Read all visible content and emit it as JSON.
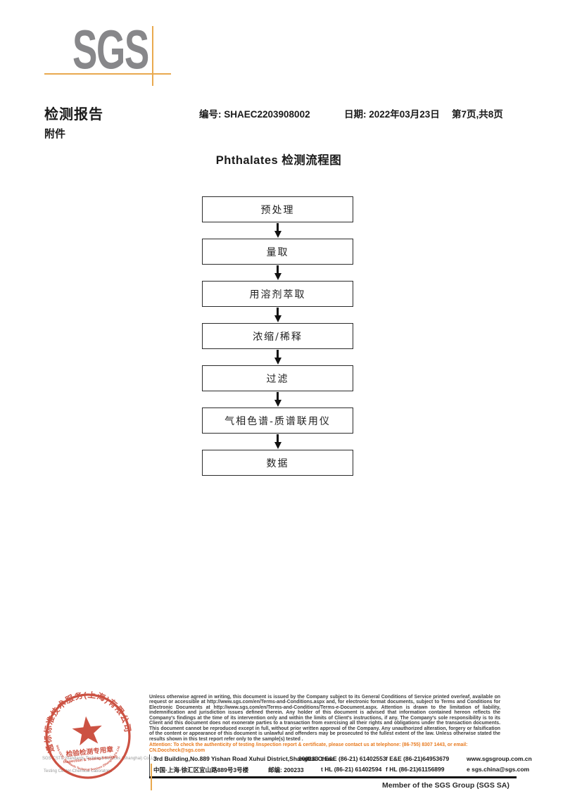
{
  "header": {
    "logo_text": "SGS",
    "report_title": "检测报告",
    "report_no": "编号: SHAEC2203908002",
    "date": "日期: 2022年03月23日",
    "page": "第7页,共8页",
    "attachment": "附件"
  },
  "flowchart": {
    "title": "Phthalates 检测流程图",
    "steps": [
      "预处理",
      "量取",
      "用溶剂萃取",
      "浓缩/稀释",
      "过滤",
      "气相色谱-质谱联用仪",
      "数据"
    ]
  },
  "stamp": {
    "ring_top": "通标标准技术服务(上海)有限公司",
    "ring_bottom": "SGS-CSTC Standards Technical Services (Shanghai) Co.,Ltd.",
    "label_cn": "检验检测专用章",
    "label_en": "Inspection & Testing Services",
    "company_line1": "SGS-CSTC Standards Technical Services (Shanghai) Co.,Ltd.",
    "company_line2": "Testing Center-Chemical Laboratory."
  },
  "footer": {
    "legal_text": "Unless otherwise agreed in writing, this document is issued by the Company subject to its General Conditions of Service printed overleaf, available on request or accessible at http://www.sgs.com/en/Terms-and-Conditions.aspx and, for electronic format documents, subject to Terms and Conditions for Electronic Documents at http://www.sgs.com/en/Terms-and-Conditions/Terms-e-Document.aspx. Attention is drawn to the limitation of liability, indemnification and jurisdiction issues defined therein. Any holder of this document is advised that information contained hereon reflects the Company's findings at the time of its intervention only and within the limits of Client's instructions, if any. The Company's sole responsibility is to its Client and this document does not exonerate parties to a transaction from exercising all their rights and obligations under the transaction documents. This document cannot be reproduced except in full, without prior written approval of the Company. Any unauthorized alteration, forgery or falsification of the content or appearance of this document is unlawful and offenders may be prosecuted to the fullest extent of the law. Unless otherwise stated the results shown in this test report refer only to the sample(s) tested .",
    "attention_text": "Attention: To check the authenticity of testing /inspection report & certificate, please contact us at telephone: (86-755) 8307 1443, or email: CN.Doccheck@sgs.com",
    "address": {
      "en_address": "3rd Building,No.889 Yishan Road Xuhui District,Shanghai China",
      "en_postcode": "200233",
      "tel1": "t E&E (86-21) 61402553",
      "fax1": "f E&E (86-21)64953679",
      "web": "www.sgsgroup.com.cn",
      "cn_address": "中国·上海·徐汇区宜山路889号3号楼",
      "cn_postcode": "邮编: 200233",
      "tel2": "t HL (86-21) 61402594",
      "fax2": "f HL (86-21)61156899",
      "email": "e sgs.china@sgs.com"
    },
    "member_text": "Member of the SGS Group (SGS SA)"
  },
  "colors": {
    "logo_gray": "#87878a",
    "brand_orange": "#e9a94f",
    "attention_orange": "#e87a1e",
    "stamp_red": "#c53b2a"
  }
}
